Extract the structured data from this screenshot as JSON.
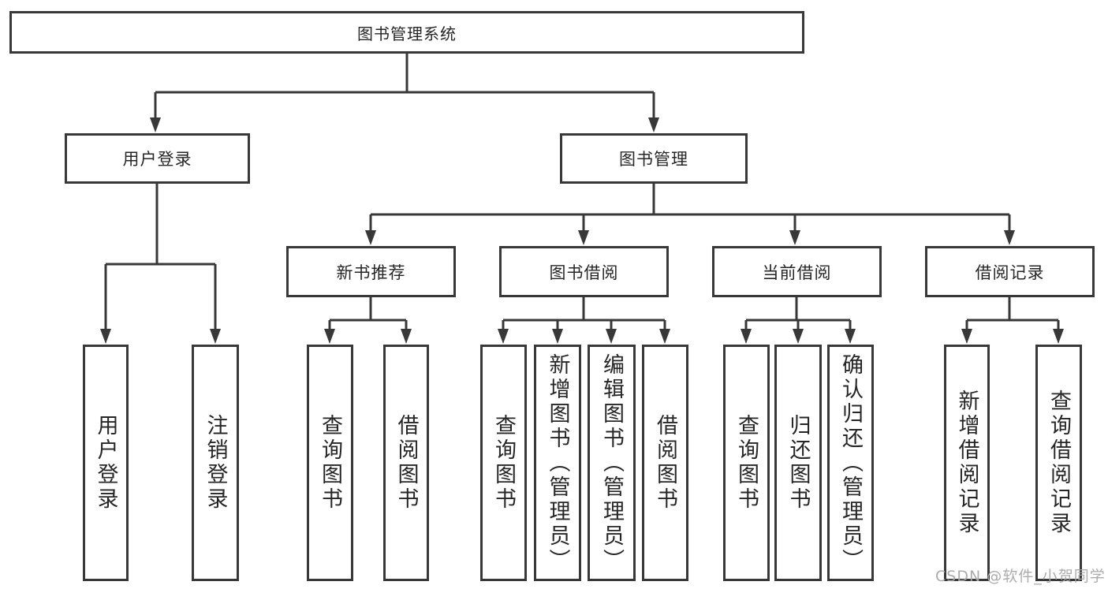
{
  "nodes": {
    "root": "图书管理系统",
    "user_login": "用户登录",
    "book_management": "图书管理",
    "new_book_recommend": "新书推荐",
    "book_borrow": "图书借阅",
    "current_borrow": "当前借阅",
    "borrow_records": "借阅记录",
    "leaf_user_login": "用户登录",
    "leaf_logout": "注销登录",
    "leaf_nb_query_books": "查询图书",
    "leaf_nb_borrow_books": "借阅图书",
    "leaf_bb_query_books": "查询图书",
    "leaf_bb_add_books": "新增图书（管理员）",
    "leaf_bb_edit_books": "编辑图书（管理员）",
    "leaf_bb_borrow_books": "借阅图书",
    "leaf_cb_query_books": "查询图书",
    "leaf_cb_return_books": "归还图书",
    "leaf_cb_confirm_return": "确认归还（管理员）",
    "leaf_br_add_record": "新增借阅记录",
    "leaf_br_query_record": "查询借阅记录"
  },
  "watermark": "CSDN @软件_小贺同学",
  "colors": {
    "line": "#383838",
    "text": "#262626",
    "watermark": "#a8a8a8",
    "background": "#ffffff"
  }
}
